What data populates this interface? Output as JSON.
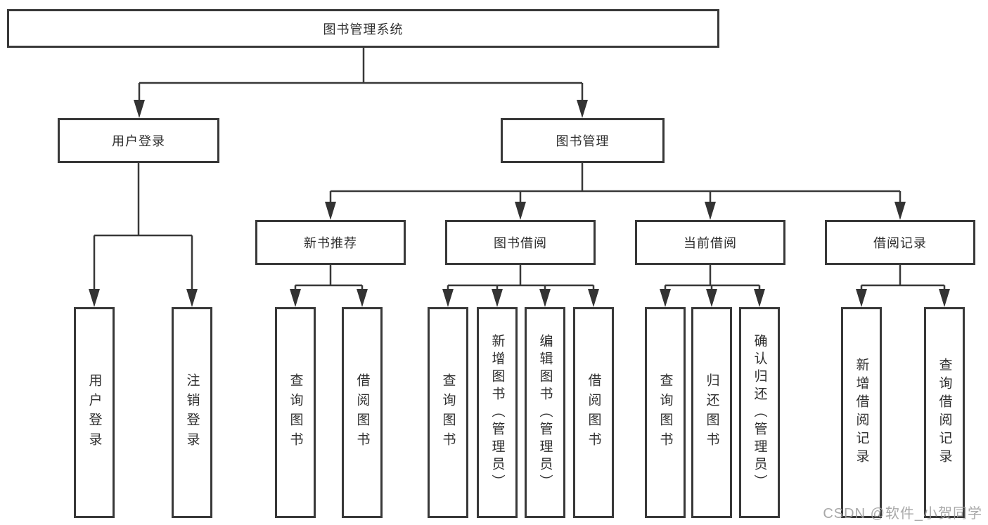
{
  "tree": {
    "root": "图书管理系统",
    "children": [
      {
        "label": "用户登录",
        "children": [
          {
            "label": "用户登录"
          },
          {
            "label": "注销登录"
          }
        ]
      },
      {
        "label": "图书管理",
        "children": [
          {
            "label": "新书推荐",
            "children": [
              {
                "label": "查询图书"
              },
              {
                "label": "借阅图书"
              }
            ]
          },
          {
            "label": "图书借阅",
            "children": [
              {
                "label": "查询图书"
              },
              {
                "label": "新增图书（管理员）"
              },
              {
                "label": "编辑图书（管理员）"
              },
              {
                "label": "借阅图书"
              }
            ]
          },
          {
            "label": "当前借阅",
            "children": [
              {
                "label": "查询图书"
              },
              {
                "label": "归还图书"
              },
              {
                "label": "确认归还（管理员）"
              }
            ]
          },
          {
            "label": "借阅记录",
            "children": [
              {
                "label": "新增借阅记录"
              },
              {
                "label": "查询借阅记录"
              }
            ]
          }
        ]
      }
    ]
  },
  "watermark": {
    "text": "CSDN @软件_小贺同学"
  },
  "colors": {
    "line": "#383838",
    "text": "#2f2f2f",
    "box_background": "#ffffff",
    "page_background": "#ffffff",
    "watermark": "#9e9e9e"
  }
}
